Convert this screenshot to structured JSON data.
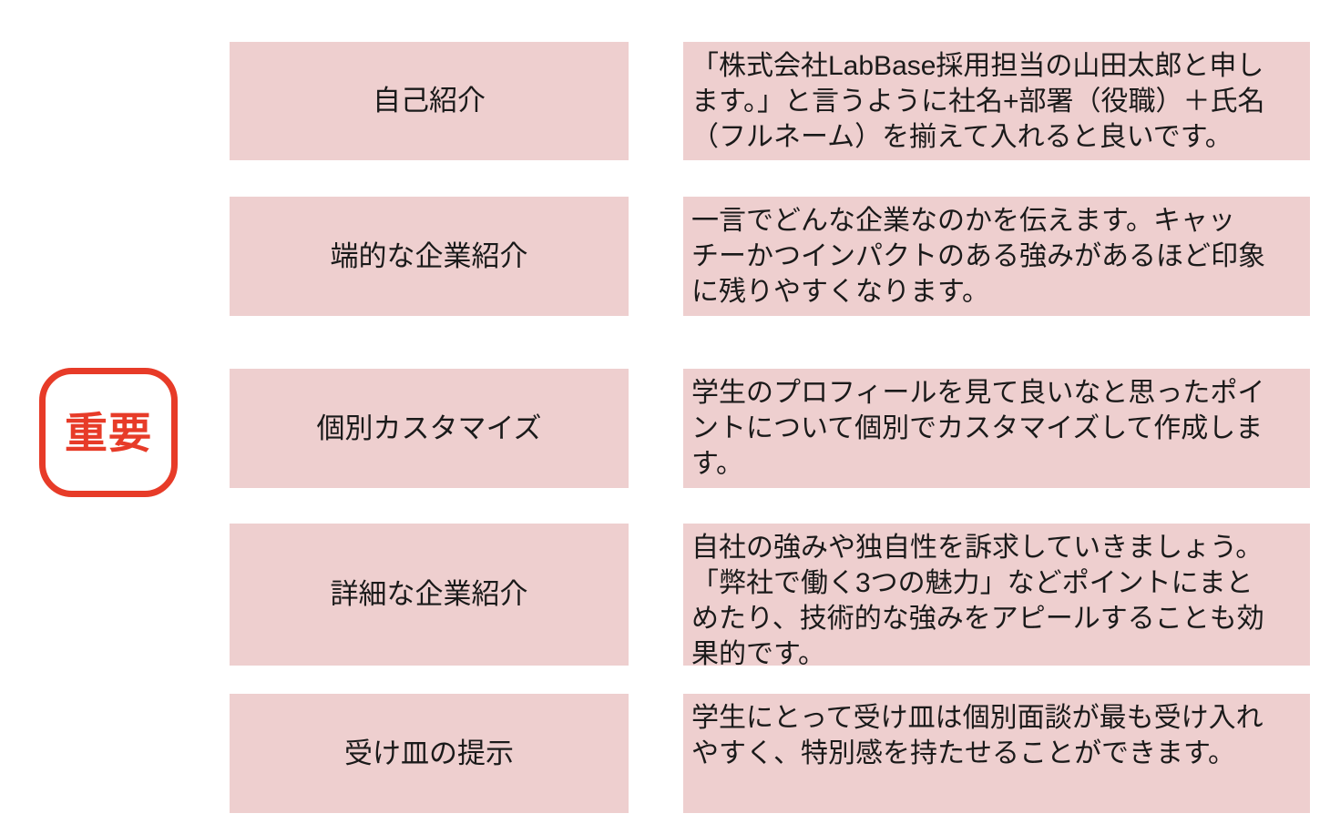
{
  "colors": {
    "box_background": "#eecfcf",
    "text": "#1a1a1a",
    "badge_red": "#e73b28",
    "page_background": "#ffffff"
  },
  "badge": {
    "label": "重要"
  },
  "rows": [
    {
      "title": "自己紹介",
      "description": "「株式会社LabBase採用担当の山田太郎と申し\nます。」と言うように社名+部署（役職）＋氏名\n（フルネーム）を揃えて入れると良いです。"
    },
    {
      "title": "端的な企業紹介",
      "description": "一言でどんな企業なのかを伝えます。キャッ\nチーかつインパクトのある強みがあるほど印象\nに残りやすくなります。"
    },
    {
      "title": "個別カスタマイズ",
      "description": "学生のプロフィールを見て良いなと思ったポイ\nントについて個別でカスタマイズして作成しま\nす。"
    },
    {
      "title": "詳細な企業紹介",
      "description": "自社の強みや独自性を訴求していきましょう。\n「弊社で働く3つの魅力」などポイントにまと\nめたり、技術的な強みをアピールすることも効\n果的です。"
    },
    {
      "title": "受け皿の提示",
      "description": "学生にとって受け皿は個別面談が最も受け入れ\nやすく、特別感を持たせることができます。"
    }
  ]
}
